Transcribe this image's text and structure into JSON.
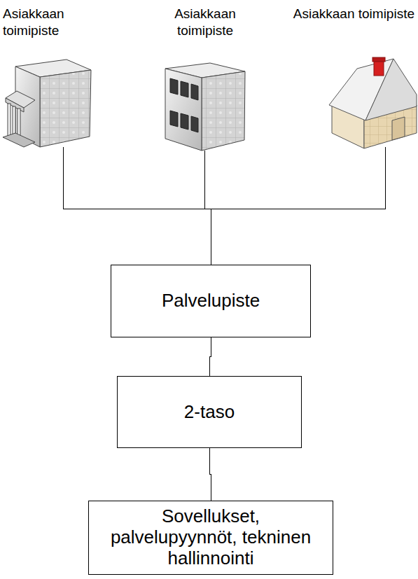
{
  "diagram": {
    "nodes": [
      {
        "text": [
          "Asiakkaan toimipiste"
        ]
      },
      {
        "text": [
          "Asiakkaan toimipiste"
        ]
      },
      {
        "text": [
          "Asiakkaan toimipiste"
        ]
      },
      {
        "text": [
          "Palvelupiste"
        ]
      },
      {
        "text": [
          "2-taso"
        ]
      },
      {
        "text": [
          "Sovellukset, palvelupyynnöt, tekninen hallinnointi"
        ]
      }
    ],
    "edges": [
      {
        "from": 0,
        "to": 3,
        "arrow": "none"
      },
      {
        "from": 1,
        "to": 3,
        "arrow": "none"
      },
      {
        "from": 2,
        "to": 3,
        "arrow": "none"
      },
      {
        "from": 3,
        "to": 4,
        "arrow": "none"
      },
      {
        "from": 4,
        "to": 5,
        "arrow": "none"
      }
    ]
  }
}
